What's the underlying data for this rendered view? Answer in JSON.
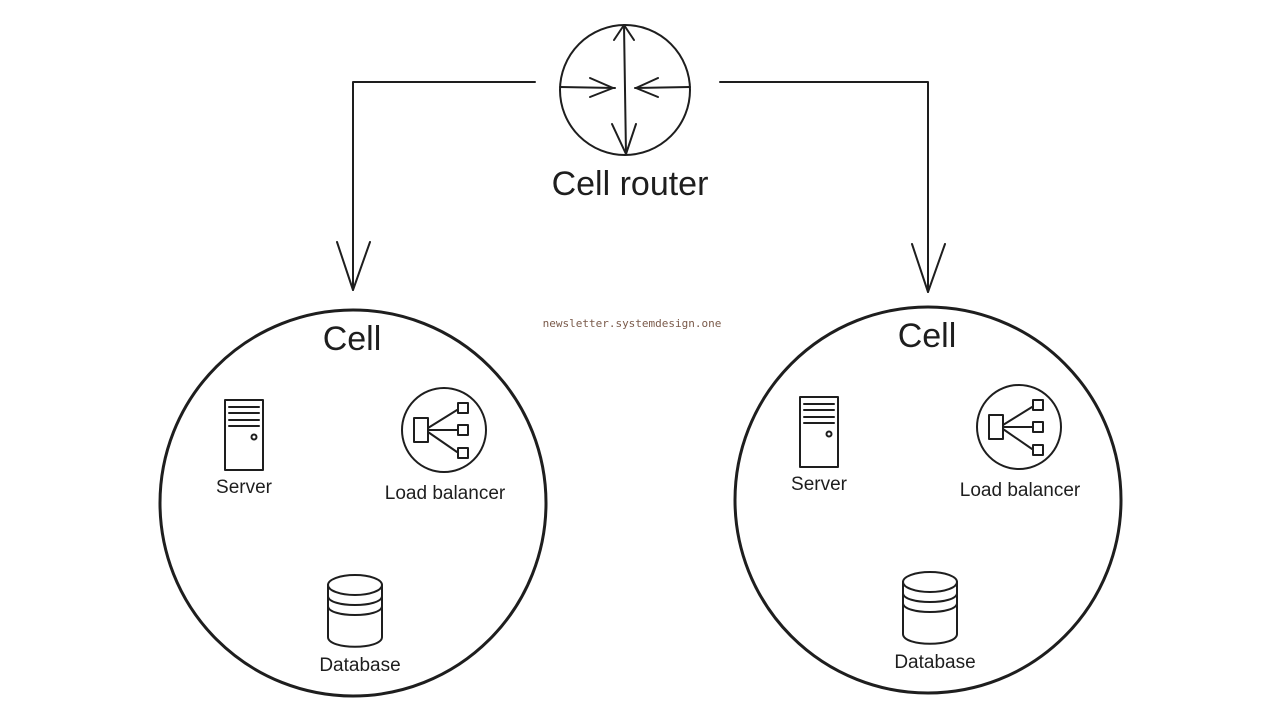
{
  "router": {
    "label": "Cell router",
    "icon": "router-icon"
  },
  "watermark": "newsletter.systemdesign.one",
  "cells": [
    {
      "title": "Cell",
      "server_label": "Server",
      "lb_label": "Load balancer",
      "db_label": "Database"
    },
    {
      "title": "Cell",
      "server_label": "Server",
      "lb_label": "Load balancer",
      "db_label": "Database"
    }
  ],
  "colors": {
    "stroke": "#1e1e1e",
    "watermark": "#7a5a4a",
    "background": "#ffffff"
  }
}
